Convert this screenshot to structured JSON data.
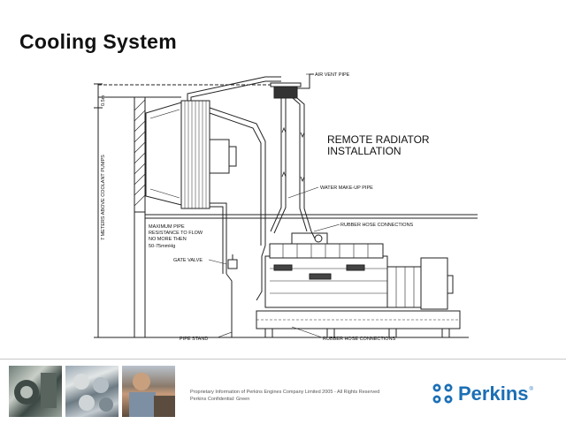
{
  "slide": {
    "title": "Cooling System"
  },
  "diagram": {
    "heading_line1": "REMOTE RADIATOR",
    "heading_line2": "INSTALLATION",
    "labels": {
      "air_vent_pipe": "AIR VENT PIPE",
      "water_make_up_pipe": "WATER MAKE-UP PIPE",
      "rubber_hose_connections_top": "RUBBER HOSE CONNECTIONS",
      "rubber_hose_connections_bottom": "RUBBER HOSE CONNECTIONS",
      "gate_valve": "GATE VALVE",
      "pipe_stand": "PIPE STAND",
      "resistance_line1": "MAXIMUM PIPE",
      "resistance_line2": "RESISTANCE TO FLOW",
      "resistance_line3": "NO MORE THEN",
      "resistance_line4": "50-75mmHg"
    },
    "dimensions": {
      "height_label": "7 METERS ABOVE COOLANT PUMPS",
      "clearance_label": "0.5m"
    }
  },
  "footer": {
    "legal_line1": "Proprietary Information of Perkins Engines Company Limited 2005 - All Rights Reserved",
    "legal_line2": "Perkins Confidential: Green",
    "logo_name": "Perkins",
    "logo_reg": "®",
    "colors": {
      "brand_blue": "#1b6fb5"
    }
  }
}
